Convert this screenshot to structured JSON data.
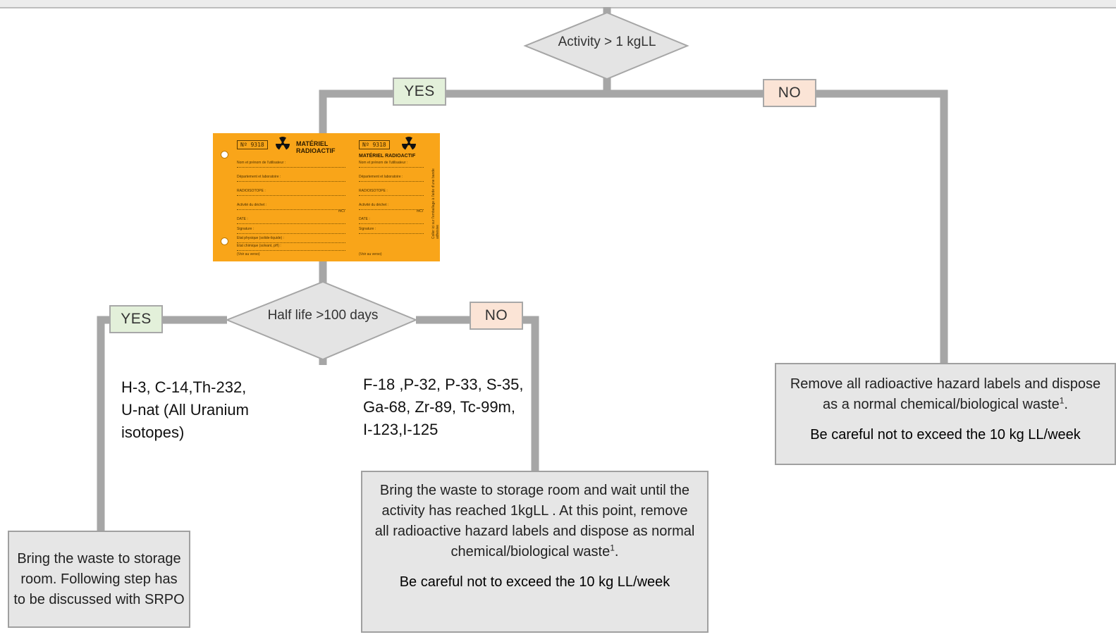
{
  "decision_root": {
    "text": "Activity > 1 kgLL"
  },
  "branch_root_yes": {
    "text": "YES"
  },
  "branch_root_no": {
    "text": "NO"
  },
  "hazard_label": {
    "number": "Nº 9318",
    "title_line1": "MATÉRIEL",
    "title_line2": "RADIOACTIF",
    "title_single": "MATÉRIEL RADIOACTIF",
    "fields": [
      "Nom et prénom de l'utilisateur :",
      "Département et laboratoire :",
      "RADIOISOTOPE :",
      "Activité du déchet :",
      "DATE :",
      "Signature :",
      "Etat physique (solide-liquide) :",
      "Etat chimique (solvant, pH) :",
      "(Voir au verso)"
    ],
    "field_unit": "mCi",
    "side_text": "Coller ici sur l'emballage à l'aide d'une bande adhésive"
  },
  "decision_halflife": {
    "text": "Half life >100 days"
  },
  "branch_halflife_yes": {
    "text": "YES"
  },
  "branch_halflife_no": {
    "text": "NO"
  },
  "long_lived_isotopes": {
    "line1": "H-3, C-14,Th-232,",
    "line2": "U-nat (All Uranium",
    "line3": "isotopes)"
  },
  "short_lived_isotopes": {
    "line1": "F-18 ,P-32, P-33, S-35,",
    "line2": "Ga-68, Zr-89, Tc-99m,",
    "line3": "I-123,I-125"
  },
  "action_storage_srpo": {
    "line1": "Bring the waste to storage",
    "line2": "room. Following step has",
    "line3": "to be discussed with SRPO"
  },
  "action_decay_storage": {
    "line1": "Bring the waste to storage room and wait until the",
    "line2": "activity has reached 1kgLL . At this point, remove",
    "line3": "all radioactive hazard labels and  dispose as normal",
    "line4": "chemical/biological waste",
    "footnote": "1",
    "line4_end": ".",
    "warning": "Be careful not to exceed the 10 kg LL/week"
  },
  "action_direct_disposal": {
    "line1": "Remove all radioactive hazard labels and dispose",
    "line2": "as a normal chemical/biological waste",
    "footnote": "1",
    "line2_end": ".",
    "warning": "Be careful not to exceed the 10 kg LL/week"
  },
  "colors": {
    "connector": "#a6a6a6",
    "diamond_fill": "#e4e4e4",
    "box_fill": "#e6e6e6",
    "yes_fill": "#e3f0da",
    "no_fill": "#fbe4d6",
    "label_fill": "#f9a519"
  }
}
